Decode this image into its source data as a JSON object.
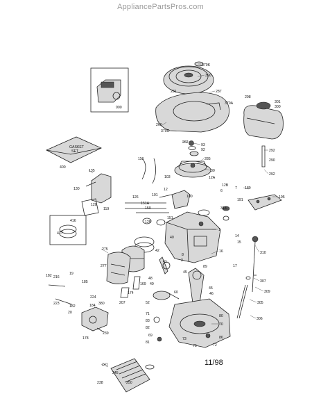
{
  "watermark": "AppliancePartsPros.com",
  "date_code": "11/98",
  "inset_labels": {
    "gasket_set": [
      "GASKET",
      "SET"
    ]
  },
  "part_numbers": {
    "p370k": "370K",
    "p390": "390",
    "p281": "281",
    "p287": "287",
    "p370a": "370A",
    "p260": "260",
    "p370c": "370C",
    "p298": "298",
    "p301": "301",
    "p300": "300",
    "p900": "900",
    "p400": "400",
    "p262": "262",
    "p93": "93",
    "p92": "92",
    "p285": "285",
    "p30": "30",
    "p12a": "12A",
    "p12b": "12B",
    "p6": "6",
    "p7": "7",
    "p292a": "292",
    "p290": "290",
    "p292b": "292",
    "p110": "110",
    "p103": "103",
    "p12": "12",
    "p101": "101",
    "p100": "100",
    "p135": "135",
    "p130": "130",
    "p120": "120",
    "p119": "119",
    "p126": "126",
    "p151a": "151A",
    "p150": "150",
    "p189": "189",
    "p191": "191",
    "p195": "195",
    "p313": "313",
    "p416": "416",
    "p417": "417",
    "p125": "125",
    "p151": "151",
    "p1": "1",
    "p14": "14",
    "p15": "15",
    "p310": "310",
    "p42": "42",
    "p40": "40",
    "p275": "275",
    "p277": "277",
    "p8": "8",
    "p2": "2",
    "p16": "16",
    "p17": "17",
    "p41": "41",
    "p89": "89",
    "p182a": "182",
    "p216": "216",
    "p19": "19",
    "p185": "185",
    "p169": "169",
    "p174": "174",
    "p48": "48",
    "p49": "49",
    "p45": "45",
    "p46": "46",
    "p60": "60",
    "p307": "307",
    "p309": "309",
    "p224": "224",
    "p223": "223",
    "p182b": "182",
    "p207": "207",
    "p52": "52",
    "p305": "305",
    "p184": "184",
    "p380": "380",
    "p20": "20",
    "p306": "306",
    "p71": "71",
    "p83": "83",
    "p70": "70",
    "p178": "178",
    "p239": "239",
    "p82": "82",
    "p69": "69",
    "p86": "86",
    "p80": "80",
    "p73": "73",
    "p75": "75",
    "p72": "72",
    "p81": "81",
    "p241": "241",
    "p245": "245",
    "p238": "238",
    "p250": "250"
  }
}
